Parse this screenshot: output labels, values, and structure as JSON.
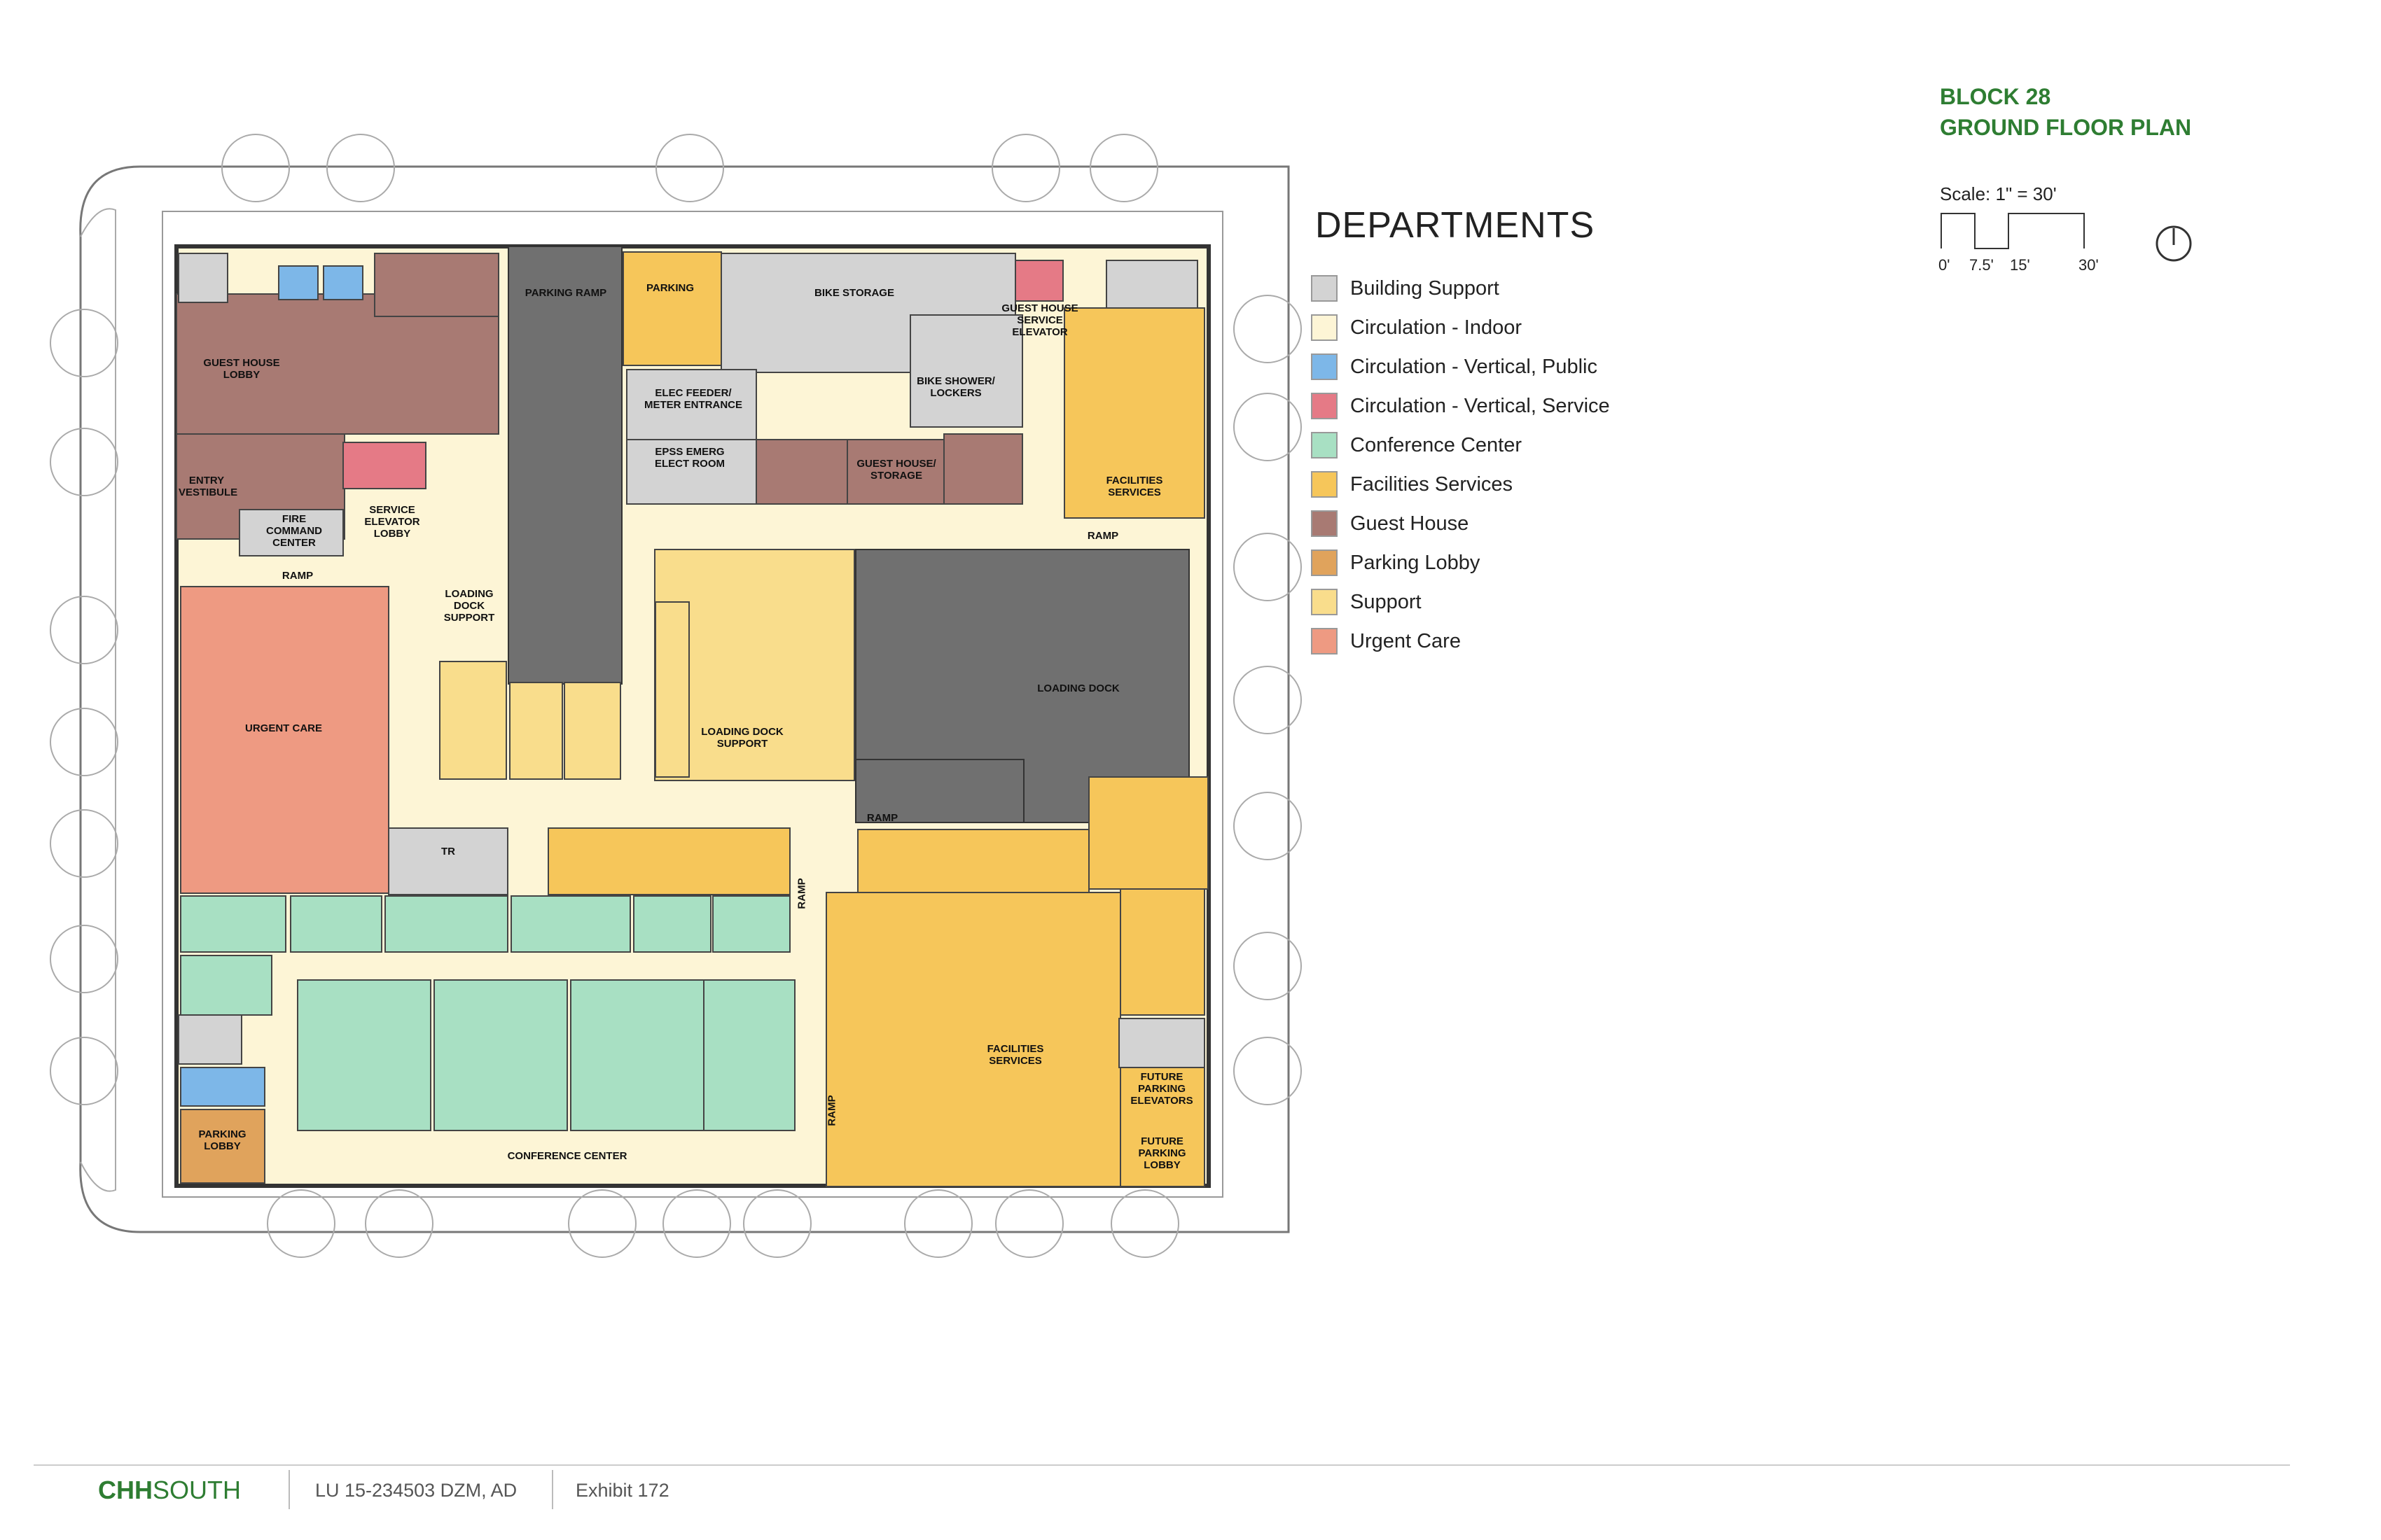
{
  "header": {
    "title_line1": "BLOCK 28",
    "title_line2": "GROUND FLOOR PLAN",
    "scale_label": "Scale: 1\" = 30'",
    "scale_ticks": [
      "0'",
      "7.5'",
      "15'",
      "30'"
    ]
  },
  "legend": {
    "title": "DEPARTMENTS",
    "items": [
      {
        "label": "Building Support",
        "color": "#d3d3d3"
      },
      {
        "label": "Circulation - Indoor",
        "color": "#fdf5d6"
      },
      {
        "label": "Circulation - Vertical, Public",
        "color": "#7db7e8"
      },
      {
        "label": "Circulation - Vertical, Service",
        "color": "#e57a86"
      },
      {
        "label": "Conference Center",
        "color": "#a8e0c3"
      },
      {
        "label": "Facilities Services",
        "color": "#f6c65a"
      },
      {
        "label": "Guest House",
        "color": "#a87a73"
      },
      {
        "label": "Parking Lobby",
        "color": "#e0a35c"
      },
      {
        "label": "Support",
        "color": "#f9dd8c"
      },
      {
        "label": "Urgent Care",
        "color": "#ee9a82"
      }
    ]
  },
  "rooms": {
    "guest_house_lobby": "GUEST HOUSE LOBBY",
    "entry_vestibule": "ENTRY VESTIBULE",
    "fire_command_center": "FIRE COMMAND CENTER",
    "service_elevator_lobby": "SERVICE ELEVATOR LOBBY",
    "ramp_1": "RAMP",
    "parking_ramp": "PARKING RAMP",
    "parking": "PARKING",
    "bike_storage": "BIKE STORAGE",
    "guest_house_service_elevator": "GUEST HOUSE SERVICE ELEVATOR",
    "elec_feeder": "ELEC FEEDER/ METER ENTRANCE",
    "epss": "EPSS EMERG ELECT ROOM",
    "bike_shower": "BIKE SHOWER/ LOCKERS",
    "guest_house_storage": "GUEST HOUSE/ STORAGE",
    "facilities_services_top": "FACILITIES SERVICES",
    "ramp_2": "RAMP",
    "loading_dock_support_1": "LOADING DOCK SUPPORT",
    "urgent_care": "URGENT CARE",
    "loading_dock_support_2": "LOADING DOCK SUPPORT",
    "loading_dock": "LOADING DOCK",
    "ramp_3": "RAMP",
    "tr": "TR",
    "ramp_4": "RAMP",
    "ramp_5": "RAMP",
    "facilities_services_main": "FACILITIES SERVICES",
    "future_parking_elevators": "FUTURE PARKING ELEVATORS",
    "future_parking_lobby": "FUTURE PARKING LOBBY",
    "parking_lobby": "PARKING LOBBY",
    "conference_center": "CONFERENCE CENTER"
  },
  "footer": {
    "logo_bold": "CHH",
    "logo_light": "SOUTH",
    "case_number": "LU 15-234503 DZM, AD",
    "exhibit": "Exhibit 172"
  }
}
